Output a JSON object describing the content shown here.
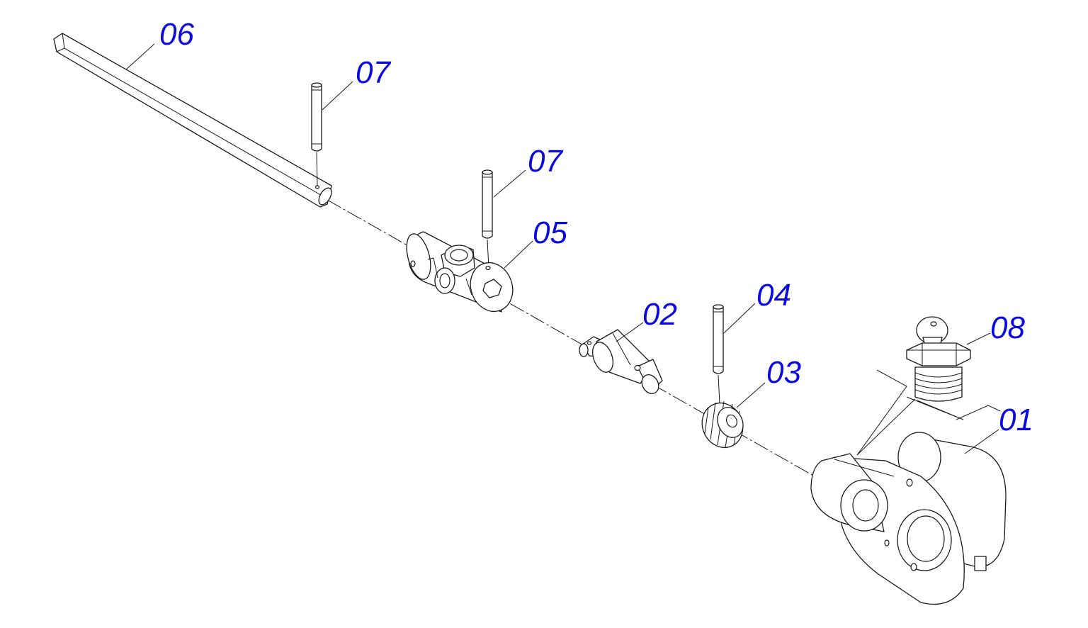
{
  "labels": {
    "l01": "01",
    "l02": "02",
    "l03": "03",
    "l04": "04",
    "l05": "05",
    "l06": "06",
    "l07a": "07",
    "l07b": "07",
    "l08": "08"
  },
  "colors": {
    "callout_text": "#0a0ae0",
    "line": "#1a1a1a",
    "background": "#ffffff"
  }
}
